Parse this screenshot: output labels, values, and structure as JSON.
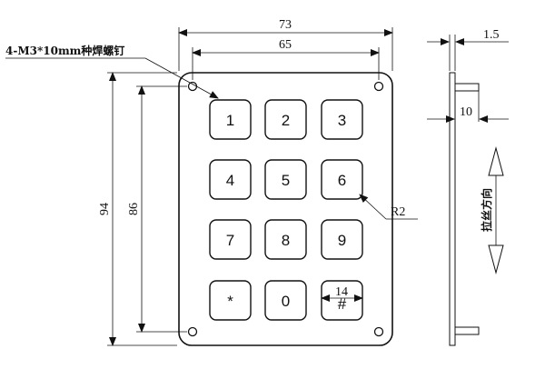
{
  "keys": [
    "1",
    "2",
    "3",
    "4",
    "5",
    "6",
    "7",
    "8",
    "9",
    "*",
    "0",
    "#"
  ],
  "dimensions": {
    "overall_width": "73",
    "hole_spacing_width": "65",
    "overall_height": "94",
    "hole_spacing_height": "86",
    "plate_thickness": "1.5",
    "stud_length": "10",
    "key_size": "14",
    "key_radius": "R2"
  },
  "notes": {
    "screw_spec": "4-M3*10mm种焊螺钉",
    "brushing_direction": "拉丝方向"
  }
}
